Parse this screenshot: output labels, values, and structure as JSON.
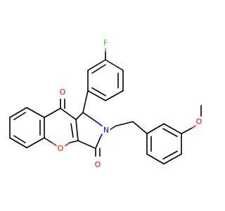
{
  "molecule": {
    "atoms": [
      {
        "id": "F1",
        "symbol": "F",
        "color": "#33cc33"
      },
      {
        "id": "O1",
        "symbol": "O",
        "color": "#ff0000"
      },
      {
        "id": "O2",
        "symbol": "O",
        "color": "#ff0000"
      },
      {
        "id": "O3",
        "symbol": "O",
        "color": "#ff0000"
      },
      {
        "id": "N1",
        "symbol": "N",
        "color": "#0000ff"
      },
      {
        "id": "O4",
        "symbol": "O",
        "color": "#ff0000"
      }
    ],
    "colors": {
      "carbon_bond": "#000000",
      "oxygen": "#ff0000",
      "nitrogen": "#0000ff",
      "fluorine": "#33cc33",
      "background": "#ffffff"
    }
  }
}
